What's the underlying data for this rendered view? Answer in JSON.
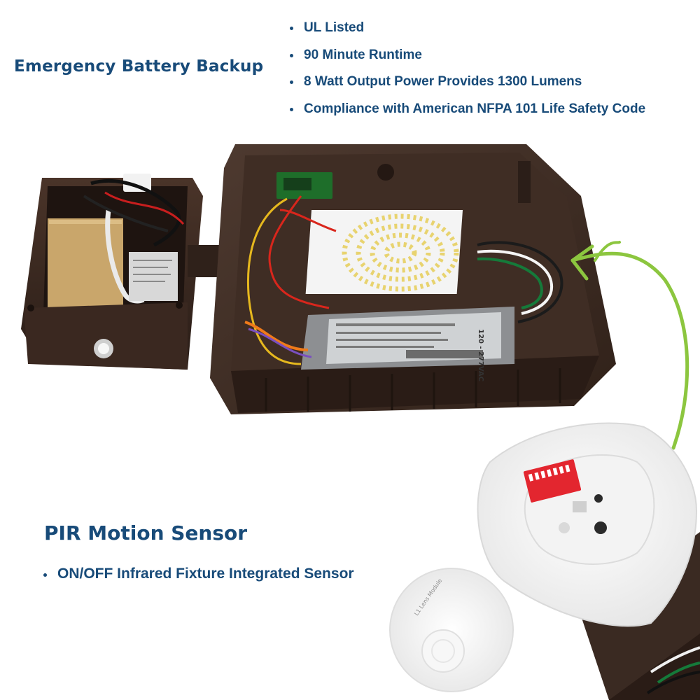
{
  "battery": {
    "title": "Emergency Battery Backup",
    "features": [
      "UL Listed",
      "90 Minute Runtime",
      "8 Watt Output Power Provides 1300 Lumens",
      "Compliance with American NFPA 101 Life Safety Code"
    ]
  },
  "sensor": {
    "title": "PIR Motion Sensor",
    "features": [
      "ON/OFF Infrared Fixture Integrated Sensor"
    ],
    "module_label": "L1 Lens Module"
  },
  "driver": {
    "voltage_label": "120 - 277VAC"
  },
  "colors": {
    "heading": "#184b79",
    "housing": "#3b2a22",
    "arrow": "#8cc63f"
  },
  "icons": [
    "curved-arrow-icon",
    "bullet-dot-icon"
  ]
}
